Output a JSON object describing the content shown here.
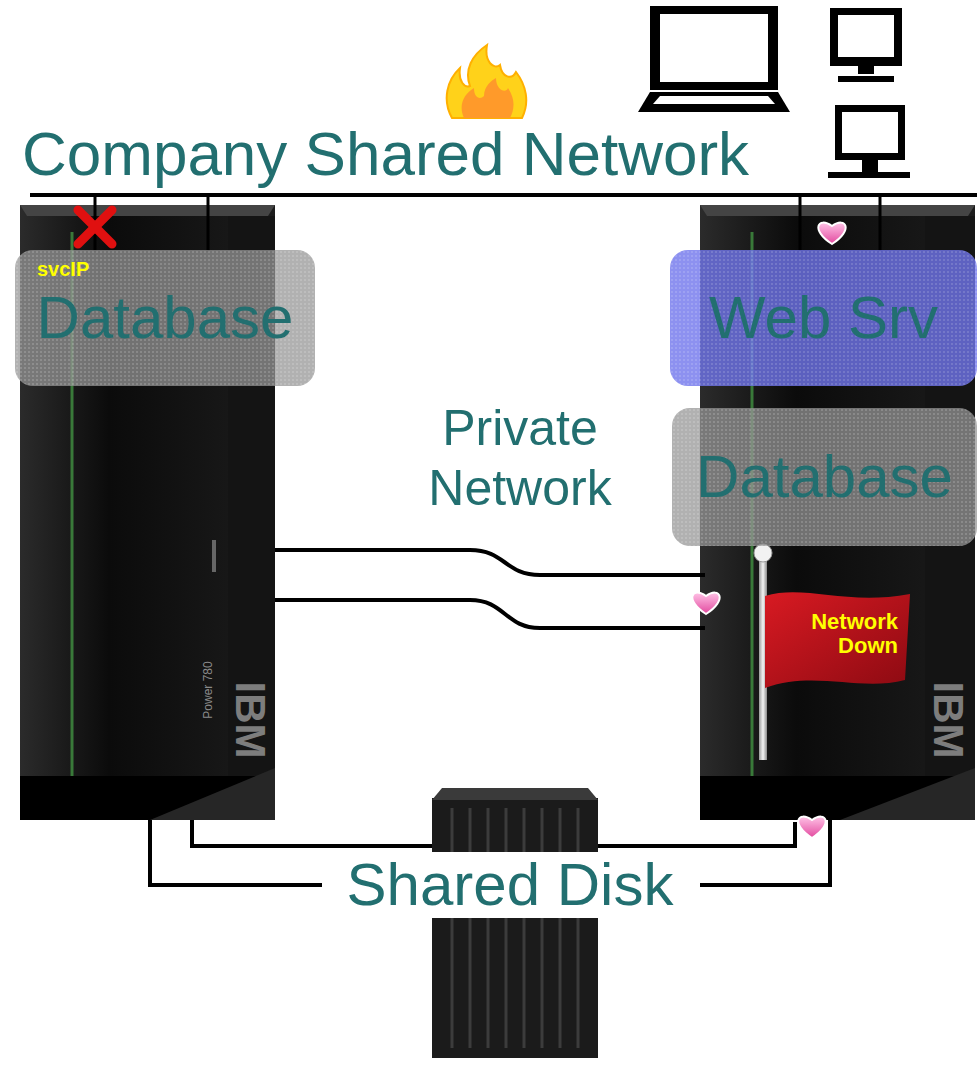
{
  "diagram": {
    "nodes": [
      {
        "text": [
          "svcIP",
          "Database"
        ]
      },
      {
        "text": [
          "Web Srv"
        ]
      },
      {
        "text": [
          "Database"
        ]
      },
      {
        "text": [
          "Network Down"
        ]
      }
    ],
    "labels": [
      "Company Shared Network",
      "Private Network",
      "Shared Disk",
      "IBM",
      "Power 780",
      "IBM"
    ]
  }
}
